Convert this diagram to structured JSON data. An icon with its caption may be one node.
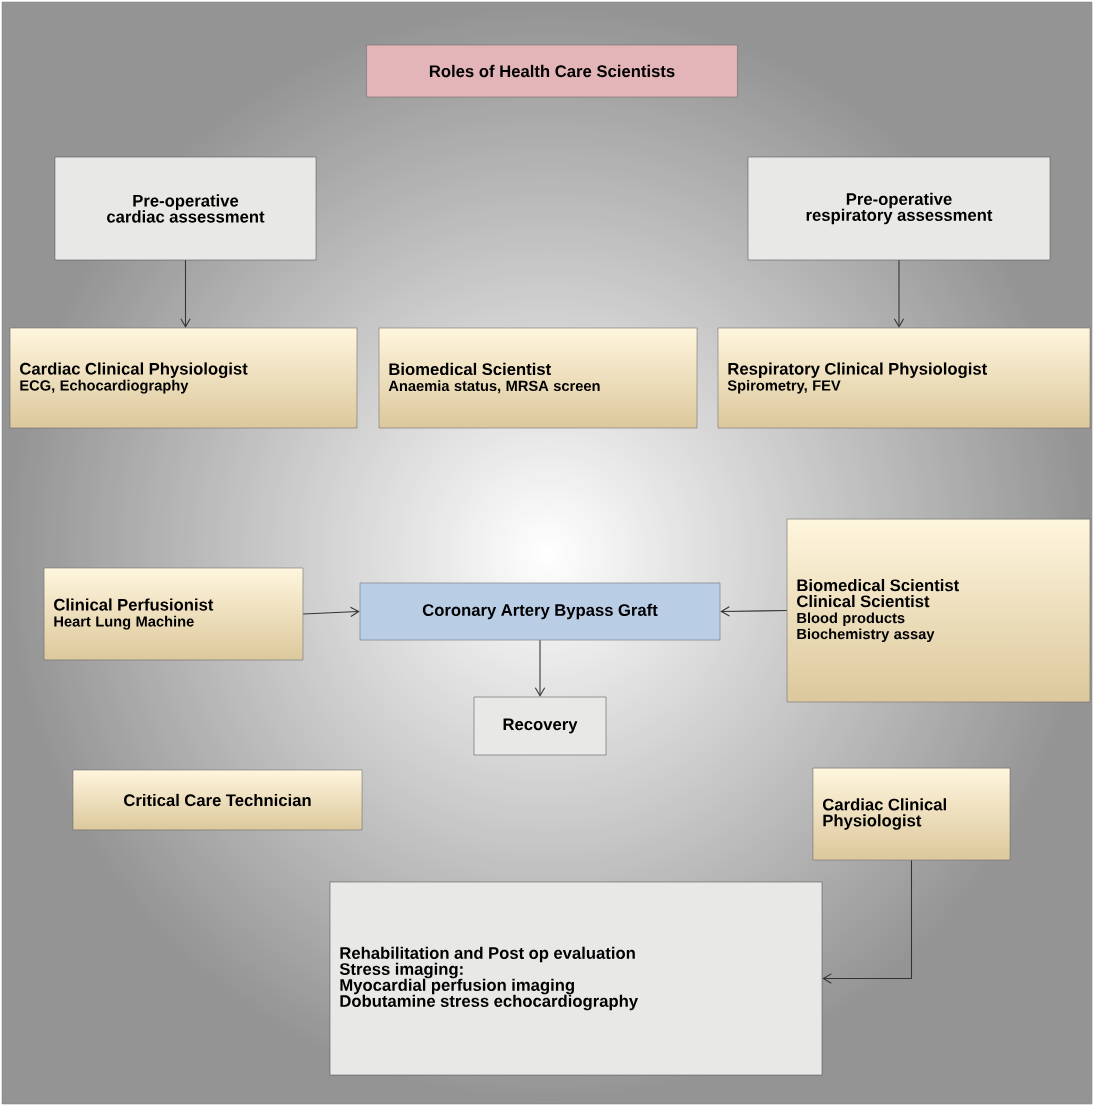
{
  "diagram": {
    "title": "Roles of Health Care Scientists",
    "nodes": [
      {
        "text": [
          "Pre-operative cardiac assessment"
        ]
      },
      {
        "text": [
          "Pre-operative respiratory assessment"
        ]
      },
      {
        "text": [
          "Cardiac Clinical Physiologist",
          "ECG, Echocardiography"
        ]
      },
      {
        "text": [
          "Biomedical Scientist",
          "Anaemia status, MRSA screen"
        ]
      },
      {
        "text": [
          "Respiratory Clinical Physiologist",
          "Spirometry, FEV"
        ]
      },
      {
        "text": [
          "Clinical Perfusionist",
          "Heart Lung Machine"
        ]
      },
      {
        "text": [
          "Coronary Artery Bypass Graft"
        ]
      },
      {
        "text": [
          "Biomedical Scientist",
          "Clinical Scientist",
          "Blood products",
          "Biochemistry assay"
        ]
      },
      {
        "text": [
          "Recovery"
        ]
      },
      {
        "text": [
          "Critical Care Technician"
        ]
      },
      {
        "text": [
          "Cardiac Clinical Physiologist"
        ]
      },
      {
        "text": [
          "Rehabilitation and Post op evaluation",
          "Stress imaging:",
          "Myocardial perfusion imaging",
          "Dobutamine stress echocardiography"
        ]
      }
    ],
    "edges": [
      {
        "from": 0,
        "to": 2,
        "arrow": "to"
      },
      {
        "from": 1,
        "to": 4,
        "arrow": "to"
      },
      {
        "from": 5,
        "to": 6,
        "arrow": "to"
      },
      {
        "from": 7,
        "to": 6,
        "arrow": "to"
      },
      {
        "from": 6,
        "to": 8,
        "arrow": "to"
      },
      {
        "from": 10,
        "to": 11,
        "arrow": "to"
      }
    ]
  }
}
